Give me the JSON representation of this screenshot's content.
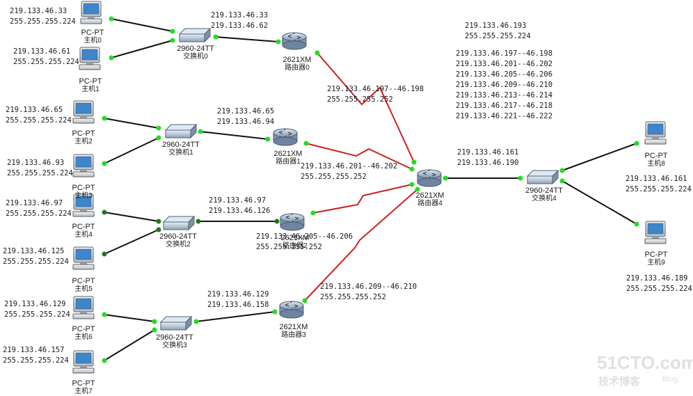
{
  "colors": {
    "cable": "#111111",
    "serial": "#cc2020",
    "port_ok": "#22dd22",
    "port_dark": "#1f7a1f",
    "watermark": "#c8c8c8"
  },
  "pcs": [
    {
      "type": "PC-PT",
      "name": "主机0",
      "ip": "219.133.46.33",
      "mask": "255.255.255.224"
    },
    {
      "type": "PC-PT",
      "name": "主机1",
      "ip": "219.133.46.61",
      "mask": "255.255.255.224"
    },
    {
      "type": "PC-PT",
      "name": "主机2",
      "ip": "219.133.46.65",
      "mask": "255.255.255.224"
    },
    {
      "type": "PC-PT",
      "name": "主机3",
      "ip": "219.133.46.93",
      "mask": "255.255.255.224"
    },
    {
      "type": "PC-PT",
      "name": "主机4",
      "ip": "219.133.46.97",
      "mask": "255.255.255.224"
    },
    {
      "type": "PC-PT",
      "name": "主机5",
      "ip": "219.133.46.125",
      "mask": "255.255.255.224"
    },
    {
      "type": "PC-PT",
      "name": "主机6",
      "ip": "219.133.46.129",
      "mask": "255.255.255.224"
    },
    {
      "type": "PC-PT",
      "name": "主机7",
      "ip": "219.133.46.157",
      "mask": "255.255.255.224"
    },
    {
      "type": "PC-PT",
      "name": "主机8",
      "ip": "219.133.46.161",
      "mask": "255.255.255.224"
    },
    {
      "type": "PC-PT",
      "name": "主机9",
      "ip": "219.133.46.189",
      "mask": "255.255.255.224"
    }
  ],
  "switches": [
    {
      "model": "2960-24TT",
      "name": "交换机0"
    },
    {
      "model": "2960-24TT",
      "name": "交换机1"
    },
    {
      "model": "2960-24TT",
      "name": "交换机2"
    },
    {
      "model": "2960-24TT",
      "name": "交换机3"
    },
    {
      "model": "2960-24TT",
      "name": "交换机4"
    }
  ],
  "routers": [
    {
      "model": "2621XM",
      "name": "路由器0"
    },
    {
      "model": "2621XM",
      "name": "路由器1"
    },
    {
      "model": "2621XM",
      "name": "路由器2"
    },
    {
      "model": "2621XM",
      "name": "路由器3"
    },
    {
      "model": "2621XM",
      "name": "路由器4"
    }
  ],
  "subnets": [
    {
      "range": "219.133.46.33\n219.133.46.62"
    },
    {
      "range": "219.133.46.65\n219.133.46.94"
    },
    {
      "range": "219.133.46.97\n219.133.46.126"
    },
    {
      "range": "219.133.46.129\n219.133.46.158"
    },
    {
      "range": "219.133.46.161\n219.133.46.190"
    }
  ],
  "serial_links": [
    {
      "range": "219.133.46.197--46.198",
      "mask": "255.255.255.252"
    },
    {
      "range": "219.133.46.201--46.202",
      "mask": "255.255.255.252"
    },
    {
      "range": "219.133.46.205--46.206",
      "mask": "255.255.255.252"
    },
    {
      "range": "219.133.46.209--46.210",
      "mask": "255.255.255.252"
    }
  ],
  "summary": {
    "block": "219.133.46.193\n255.255.255.224",
    "pairs": "219.133.46.197--46.198\n219.133.46.201--46.202\n219.133.46.205--46.206\n219.133.46.209--46.210\n219.133.46.213--46.214\n219.133.46.217--46.218\n219.133.46.221--46.222"
  },
  "watermarks": {
    "site": "51CTO.com",
    "sub": "技术博客",
    "blog": "Blog"
  },
  "icons": {
    "pc": "pc-icon",
    "switch": "switch-icon",
    "router": "router-icon"
  }
}
